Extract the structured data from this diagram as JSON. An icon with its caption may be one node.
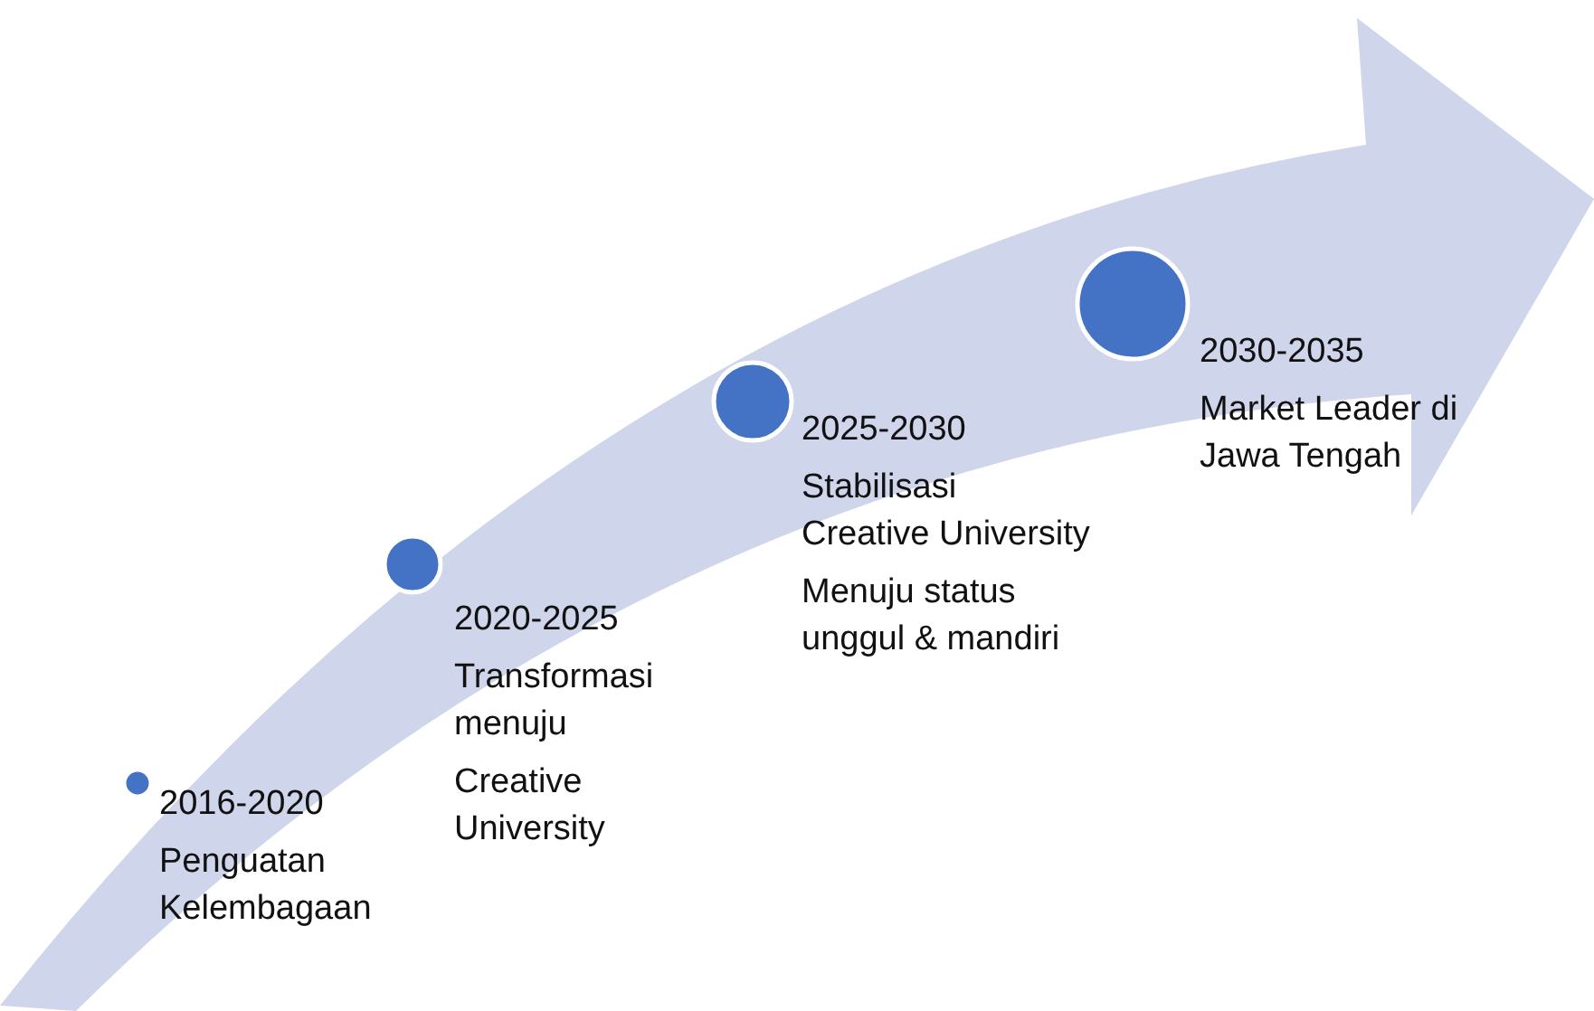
{
  "diagram": {
    "nodes": [
      {
        "text": [],
        "shape": "circle",
        "beside": [
          "2016-2020",
          "Penguatan Kelembagaan"
        ]
      },
      {
        "text": [],
        "shape": "circle",
        "beside": [
          "2020-2025",
          "Transformasi menuju",
          "Creative University"
        ]
      },
      {
        "text": [],
        "shape": "circle",
        "beside": [
          "2025-2030",
          "Stabilisasi Creative University",
          "Menuju status unggul & mandiri"
        ]
      },
      {
        "text": [],
        "shape": "circle",
        "beside": [
          "2030-2035",
          "Market Leader di Jawa Tengah"
        ]
      }
    ]
  }
}
